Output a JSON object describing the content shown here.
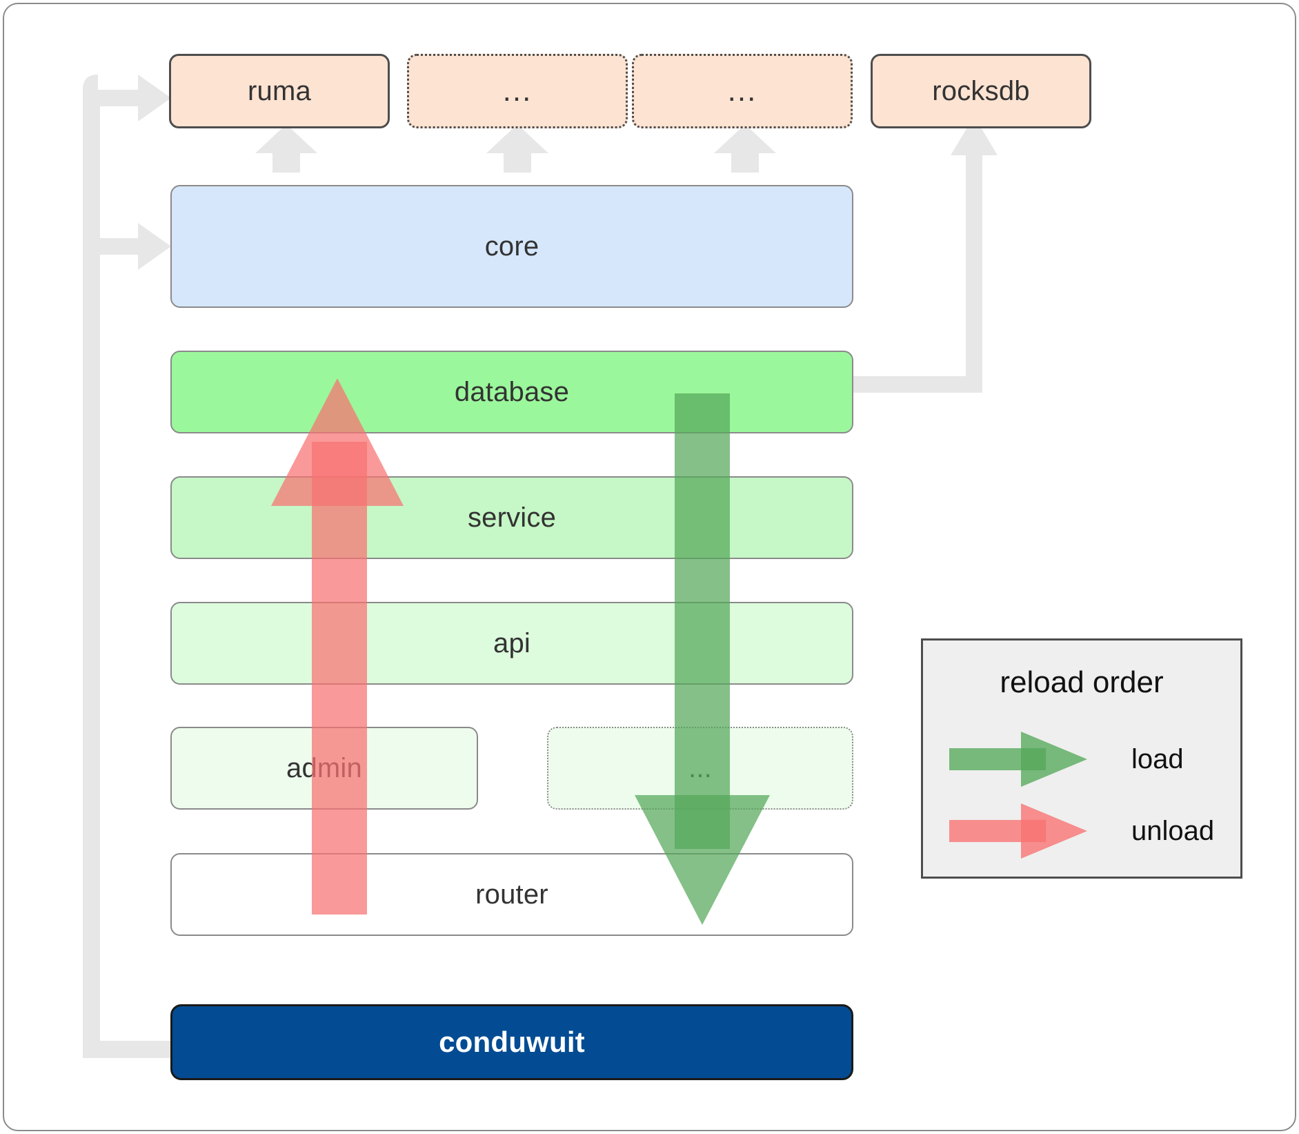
{
  "diagram": {
    "title": "conduwuit crate architecture / reload order",
    "dependencies": [
      {
        "id": "ruma",
        "label": "ruma",
        "style": "solid"
      },
      {
        "id": "dep2",
        "label": "...",
        "style": "dotted"
      },
      {
        "id": "dep3",
        "label": "...",
        "style": "dotted"
      },
      {
        "id": "rocksdb",
        "label": "rocksdb",
        "style": "solid"
      }
    ],
    "layers": [
      {
        "id": "core",
        "label": "core",
        "color": "#d6e7fb",
        "style": "solid"
      },
      {
        "id": "database",
        "label": "database",
        "color": "#9bf79b",
        "style": "solid"
      },
      {
        "id": "service",
        "label": "service",
        "color": "#c6f7c6",
        "style": "solid"
      },
      {
        "id": "api",
        "label": "api",
        "color": "#ddfbdd",
        "style": "solid"
      },
      {
        "id": "admin",
        "label": "admin",
        "color": "#edfced",
        "style": "solid"
      },
      {
        "id": "morelayers",
        "label": "...",
        "color": "#edfced",
        "style": "dotted"
      },
      {
        "id": "router",
        "label": "router",
        "color": "#ffffff",
        "style": "solid"
      }
    ],
    "root": {
      "id": "conduwuit",
      "label": "conduwuit",
      "color": "#034c93",
      "text_color": "#ffffff"
    },
    "legend": {
      "title": "reload order",
      "items": [
        {
          "id": "load",
          "label": "load",
          "color": "#55a85a"
        },
        {
          "id": "unload",
          "label": "unload",
          "color": "#f87171"
        }
      ]
    },
    "arrows": [
      {
        "id": "unload-arrow",
        "label": "unload",
        "direction": "up",
        "color": "#f87171",
        "from": "router",
        "to": "database"
      },
      {
        "id": "load-arrow",
        "label": "load",
        "direction": "down",
        "color": "#55a85a",
        "from": "database",
        "to": "router"
      }
    ],
    "colors": {
      "dependency_fill": "#fde3d2",
      "dependency_border": "#4d4d4d",
      "layer_border": "#8a8a8a",
      "wire": "#e7e7e7",
      "frame_border": "#8b8b8b",
      "legend_bg": "#efefef",
      "root_fill": "#034c93"
    }
  }
}
